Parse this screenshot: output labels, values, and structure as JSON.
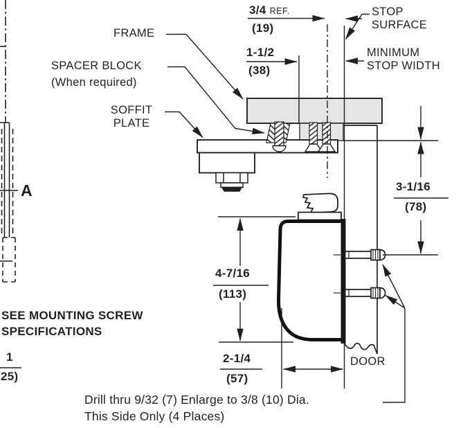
{
  "labels": {
    "frame": "FRAME",
    "spacer_block": "SPACER BLOCK",
    "spacer_note": "(When required)",
    "soffit_line1": "SOFFIT",
    "soffit_line2": "PLATE",
    "stop_line1": "STOP",
    "stop_line2": "SURFACE",
    "min_stop_line1": "MINIMUM",
    "min_stop_line2": "STOP WIDTH",
    "door": "DOOR",
    "section_a": "A"
  },
  "dimensions": {
    "ref_3_4": {
      "inches": "3/4",
      "ref": "REF.",
      "mm": "(19)"
    },
    "d_1_1_2": {
      "inches": "1-1/2",
      "mm": "(38)"
    },
    "d_3_1_16": {
      "inches": "3-1/16",
      "mm": "(78)"
    },
    "d_4_7_16": {
      "inches": "4-7/16",
      "mm": "(113)"
    },
    "d_2_1_4": {
      "inches": "2-1/4",
      "mm": "(57)"
    },
    "d_1": {
      "inches": "1",
      "mm": "(25)"
    }
  },
  "notes": {
    "mounting_line1": "SEE MOUNTING SCREW",
    "mounting_line2": "SPECIFICATIONS",
    "drill_line1": "Drill thru 9/32 (7) Enlarge to 3/8 (10) Dia.",
    "drill_line2": "This Side Only (4 Places)"
  },
  "colors": {
    "line": "#231f20",
    "frame_fill": "#e4e5e7",
    "background": "#ffffff"
  }
}
